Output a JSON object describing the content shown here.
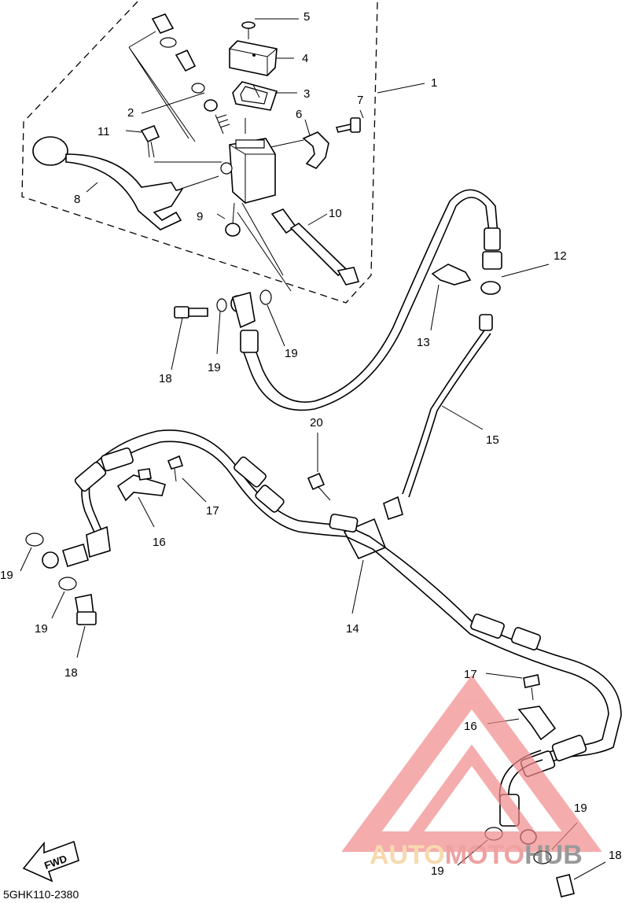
{
  "callouts": {
    "c1": "1",
    "c2": "2",
    "c3": "3",
    "c4": "4",
    "c5": "5",
    "c6": "6",
    "c7": "7",
    "c8": "8",
    "c9": "9",
    "c10": "10",
    "c11": "11",
    "c12": "12",
    "c13": "13",
    "c14": "14",
    "c15": "15",
    "c16a": "16",
    "c16b": "16",
    "c17a": "17",
    "c17b": "17",
    "c18a": "18",
    "c18b": "18",
    "c18c": "18",
    "c19a": "19",
    "c19b": "19",
    "c19c": "19",
    "c19d": "19",
    "c19e": "19",
    "c19f": "19",
    "c20": "20"
  },
  "direction_label": "FWD",
  "diagram_code": "5GHK110-2380",
  "watermark": {
    "text": "AUTOMOTOHUB",
    "colors": {
      "auto": "#f5c98e",
      "moto": "#e87a7a",
      "hub": "#6e6e6e",
      "triangle": "#f28a8a"
    }
  },
  "icons": {
    "direction": "fwd-arrow-icon",
    "watermark": "triangle-logo-icon"
  }
}
